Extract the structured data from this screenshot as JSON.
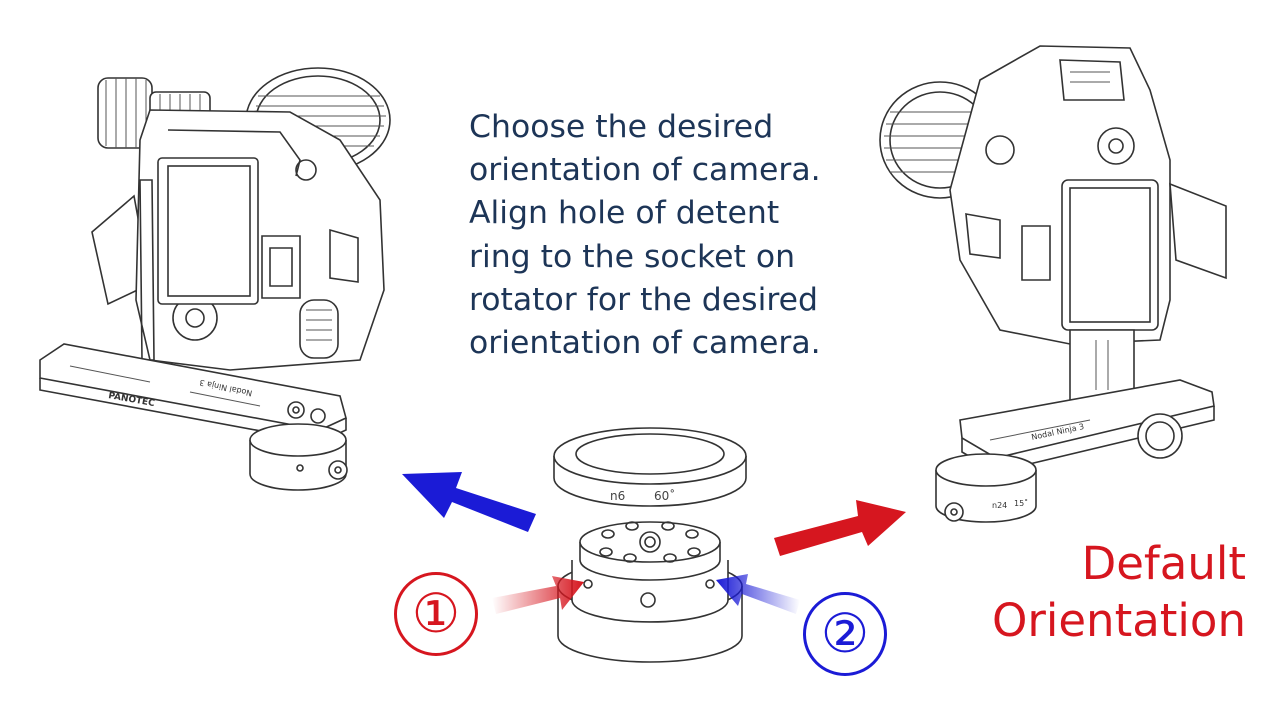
{
  "instructions": {
    "lines": [
      "Choose the desired",
      "orientation of camera.",
      "Align hole of detent",
      "ring to the socket on",
      "rotator for the desired",
      "orientation of camera."
    ]
  },
  "markers": {
    "one": "①",
    "two": "②"
  },
  "default_label": {
    "line1": "Default",
    "line2": "Orientation"
  },
  "ring_labels": {
    "n6": "n6",
    "deg60": "60˚"
  },
  "left_camera": {
    "brand": "PANOTEC",
    "bracket_text": "Nodal Ninja 3"
  },
  "right_camera": {
    "bracket_text": "Nodal Ninja 3",
    "base_n24": "n24",
    "base_15": "15˚"
  },
  "colors": {
    "text_dark_blue": "#1d3557",
    "red": "#d6161f",
    "blue": "#1b1bd6",
    "line_art": "#333333"
  }
}
